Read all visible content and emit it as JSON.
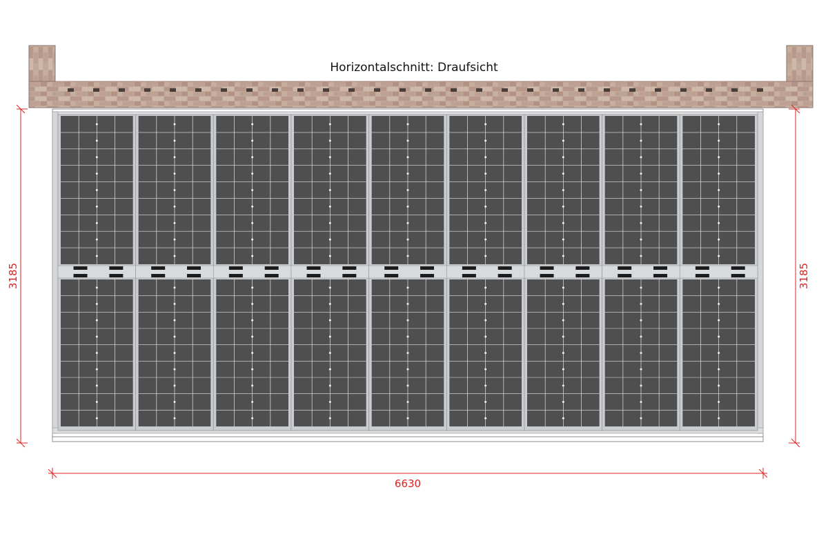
{
  "title": "Horizontalschnitt: Draufsicht",
  "dimensions": {
    "left_height": "3185",
    "right_height": "3185",
    "bottom_width": "6630"
  },
  "panel_count": 9,
  "colors": {
    "dimension": "#e02020",
    "panel_cell": "#4f4f4f",
    "panel_grid": "#e6e6e6",
    "frame": "#c9ccd0",
    "clamp": "#1c1c1c",
    "brick": "#b59a8a",
    "brick_dark": "#4a3f38",
    "title": "#111111"
  }
}
